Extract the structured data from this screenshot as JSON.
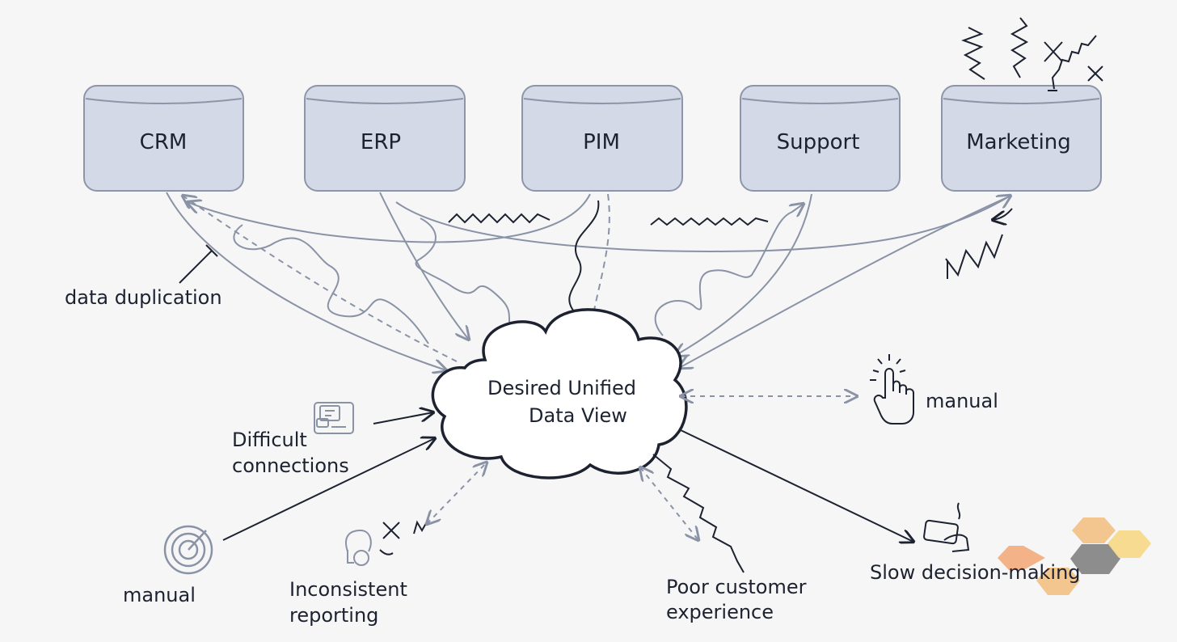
{
  "systems": [
    {
      "id": "crm",
      "label": "CRM"
    },
    {
      "id": "erp",
      "label": "ERP"
    },
    {
      "id": "pim",
      "label": "PIM"
    },
    {
      "id": "support",
      "label": "Support"
    },
    {
      "id": "marketing",
      "label": "Marketing"
    }
  ],
  "center": {
    "line1": "Desired Unified",
    "line2": "Data View"
  },
  "issues": {
    "data_duplication": "data duplication",
    "difficult_1": "Difficult",
    "difficult_2": "connections",
    "manual_left": "manual",
    "inconsistent_1": "Inconsistent",
    "inconsistent_2": "reporting",
    "poor_1": "Poor customer",
    "poor_2": "experience",
    "manual_right": "manual",
    "slow": "Slow decision-making"
  },
  "colors": {
    "box_fill": "#d3d9e6",
    "box_stroke": "#8d96a8",
    "line": "#8a93a6",
    "dark": "#1d2230",
    "hex_orange": "#f2a673",
    "hex_peach": "#f3c184",
    "hex_yellow": "#f6d98a",
    "hex_gray": "#8d8d8d"
  }
}
